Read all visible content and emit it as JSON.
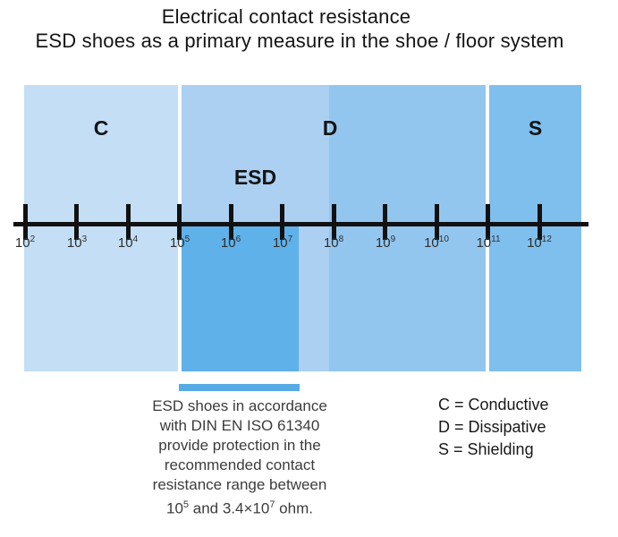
{
  "title": "Electrical contact resistance",
  "subtitle": "ESD shoes as a primary measure in the shoe / floor system",
  "colors": {
    "conductive_band": "#c3def5",
    "esd_band": "#abd0f2",
    "dissipative_band": "#93c6ef",
    "shielding_band": "#7fbfee",
    "esd_range_fill": "#5fb1e9",
    "swatch_bar": "#57abe4",
    "axis": "#111111"
  },
  "bands": [
    {
      "label": "C"
    },
    {
      "label": "ESD"
    },
    {
      "label": "D"
    },
    {
      "label": "S"
    }
  ],
  "axis_ticks": [
    {
      "base": "10",
      "exp": "2"
    },
    {
      "base": "10",
      "exp": "3"
    },
    {
      "base": "10",
      "exp": "4"
    },
    {
      "base": "10",
      "exp": "5"
    },
    {
      "base": "10",
      "exp": "6"
    },
    {
      "base": "10",
      "exp": "7"
    },
    {
      "base": "10",
      "exp": "8"
    },
    {
      "base": "10",
      "exp": "9"
    },
    {
      "base": "10",
      "exp": "10"
    },
    {
      "base": "10",
      "exp": "11"
    },
    {
      "base": "10",
      "exp": "12"
    }
  ],
  "caption": {
    "lines": [
      "ESD shoes in accordance",
      "with DIN EN ISO 61340",
      "provide protection in the",
      "recommended contact",
      "resistance range between"
    ],
    "final_line": {
      "pre": "10",
      "sup1": "5",
      "mid": " and 3.4×10",
      "sup2": "7",
      "post": " ohm."
    }
  },
  "legend": {
    "items": [
      "C = Conductive",
      "D = Dissipative",
      "S = Shielding"
    ]
  }
}
